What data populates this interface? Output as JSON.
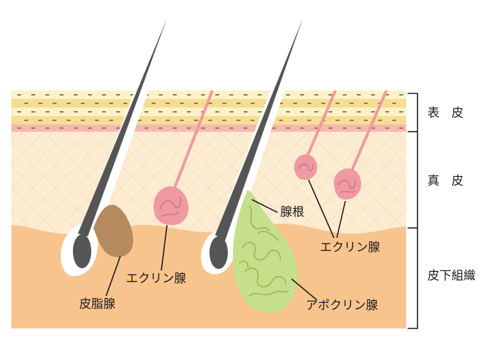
{
  "layers": {
    "epidermis": "表　皮",
    "dermis": "真　皮",
    "subcutaneous": "皮下組織"
  },
  "labels": {
    "sebaceous_gland": "皮脂腺",
    "eccrine_gland_left": "エクリン腺",
    "hair_root": "腺根",
    "eccrine_gland_right": "エクリン腺",
    "apocrine_gland": "アポクリン腺"
  },
  "colors": {
    "epidermis": "#fdf1c8",
    "epidermis_stripe": "#f6dd92",
    "basal_layer": "#f4b8b0",
    "dermis": "#fdebd2",
    "subcutaneous": "#f8c48e",
    "hair": "#555555",
    "eccrine": "#ee9aa2",
    "sebaceous": "#b58a5e",
    "apocrine": "#c6df8a"
  }
}
